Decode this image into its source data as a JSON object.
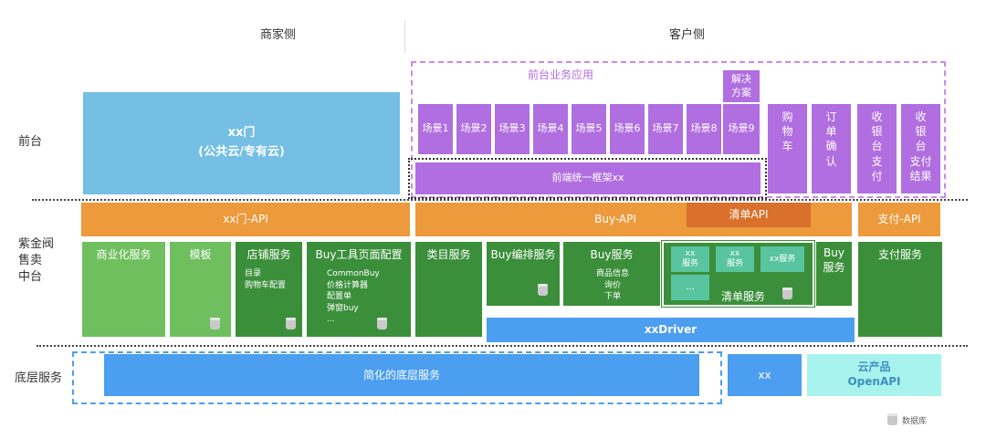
{
  "headers": {
    "merchant": "商家侧",
    "customer": "客户侧"
  },
  "rows": {
    "front": "前台",
    "mid": "紫金阀\n售卖\n中台",
    "bottom": "底层服务"
  },
  "front": {
    "xx_door": "xx门\n(公共云/专有云)",
    "app_group": "前台业务应用",
    "solution": "解决\n方案",
    "scenes": [
      "场景1",
      "场景2",
      "场景3",
      "场景4",
      "场景5",
      "场景6",
      "场景7",
      "场景8",
      "场景9"
    ],
    "framework": "前端统一框架xx",
    "cart": "购\n物\n车",
    "order_confirm": "订\n单\n确\n认",
    "checkout_pay": "收\n银\n台\n支\n付",
    "checkout_result": "收\n银\n台\n支付\n结果"
  },
  "api": {
    "xx_door_api": "xx门-API",
    "buy_api": "Buy-API",
    "cart_api": "清单API",
    "pay_api": "支付-API"
  },
  "mid": {
    "commercial": "商业化服务",
    "template": "模板",
    "shop": "店铺服务",
    "shop_items": "目录\n购物车配置",
    "buy_tool": "Buy工具页面配置",
    "buy_tool_items": "CommonBuy\n价格计算器\n配置单\n弹窗buy\n...",
    "category": "类目服务",
    "buy_layout": "Buy编排服务",
    "buy_service": "Buy服务",
    "buy_service_items": "商品信息\n询价\n下单",
    "cart_svc_1": "xx\n服务",
    "cart_svc_2": "xx\n服务",
    "cart_svc_3": "xx服务",
    "cart_svc_more": "...",
    "cart_service": "清单服务",
    "buy_service2": "Buy\n服务",
    "pay_service": "支付服务",
    "xxdriver": "xxDriver"
  },
  "bottom": {
    "simplified": "简化的底层服务",
    "xx": "xx",
    "cloud_product": "云产品\nOpenAPI"
  },
  "legend": {
    "db": "数据库"
  }
}
